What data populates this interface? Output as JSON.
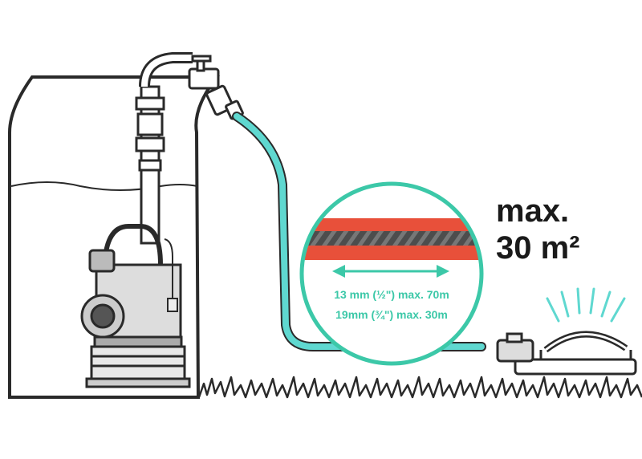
{
  "area_label": {
    "line1": "max.",
    "line2": "30 m²"
  },
  "hose_specs": [
    "13 mm (½\") max. 70m",
    "19mm (¾\") max. 30m"
  ],
  "colors": {
    "outline": "#2a2a2a",
    "hose": "#5fd8d0",
    "accent": "#3cc8a8",
    "hose_red": "#e8503a",
    "hose_gray": "#555555"
  },
  "icons": [
    "water-barrel-icon",
    "submersible-pump-icon",
    "tap-valve-icon",
    "garden-hose-icon",
    "magnifier-circle-icon",
    "sprinkler-icon",
    "grass-icon"
  ]
}
